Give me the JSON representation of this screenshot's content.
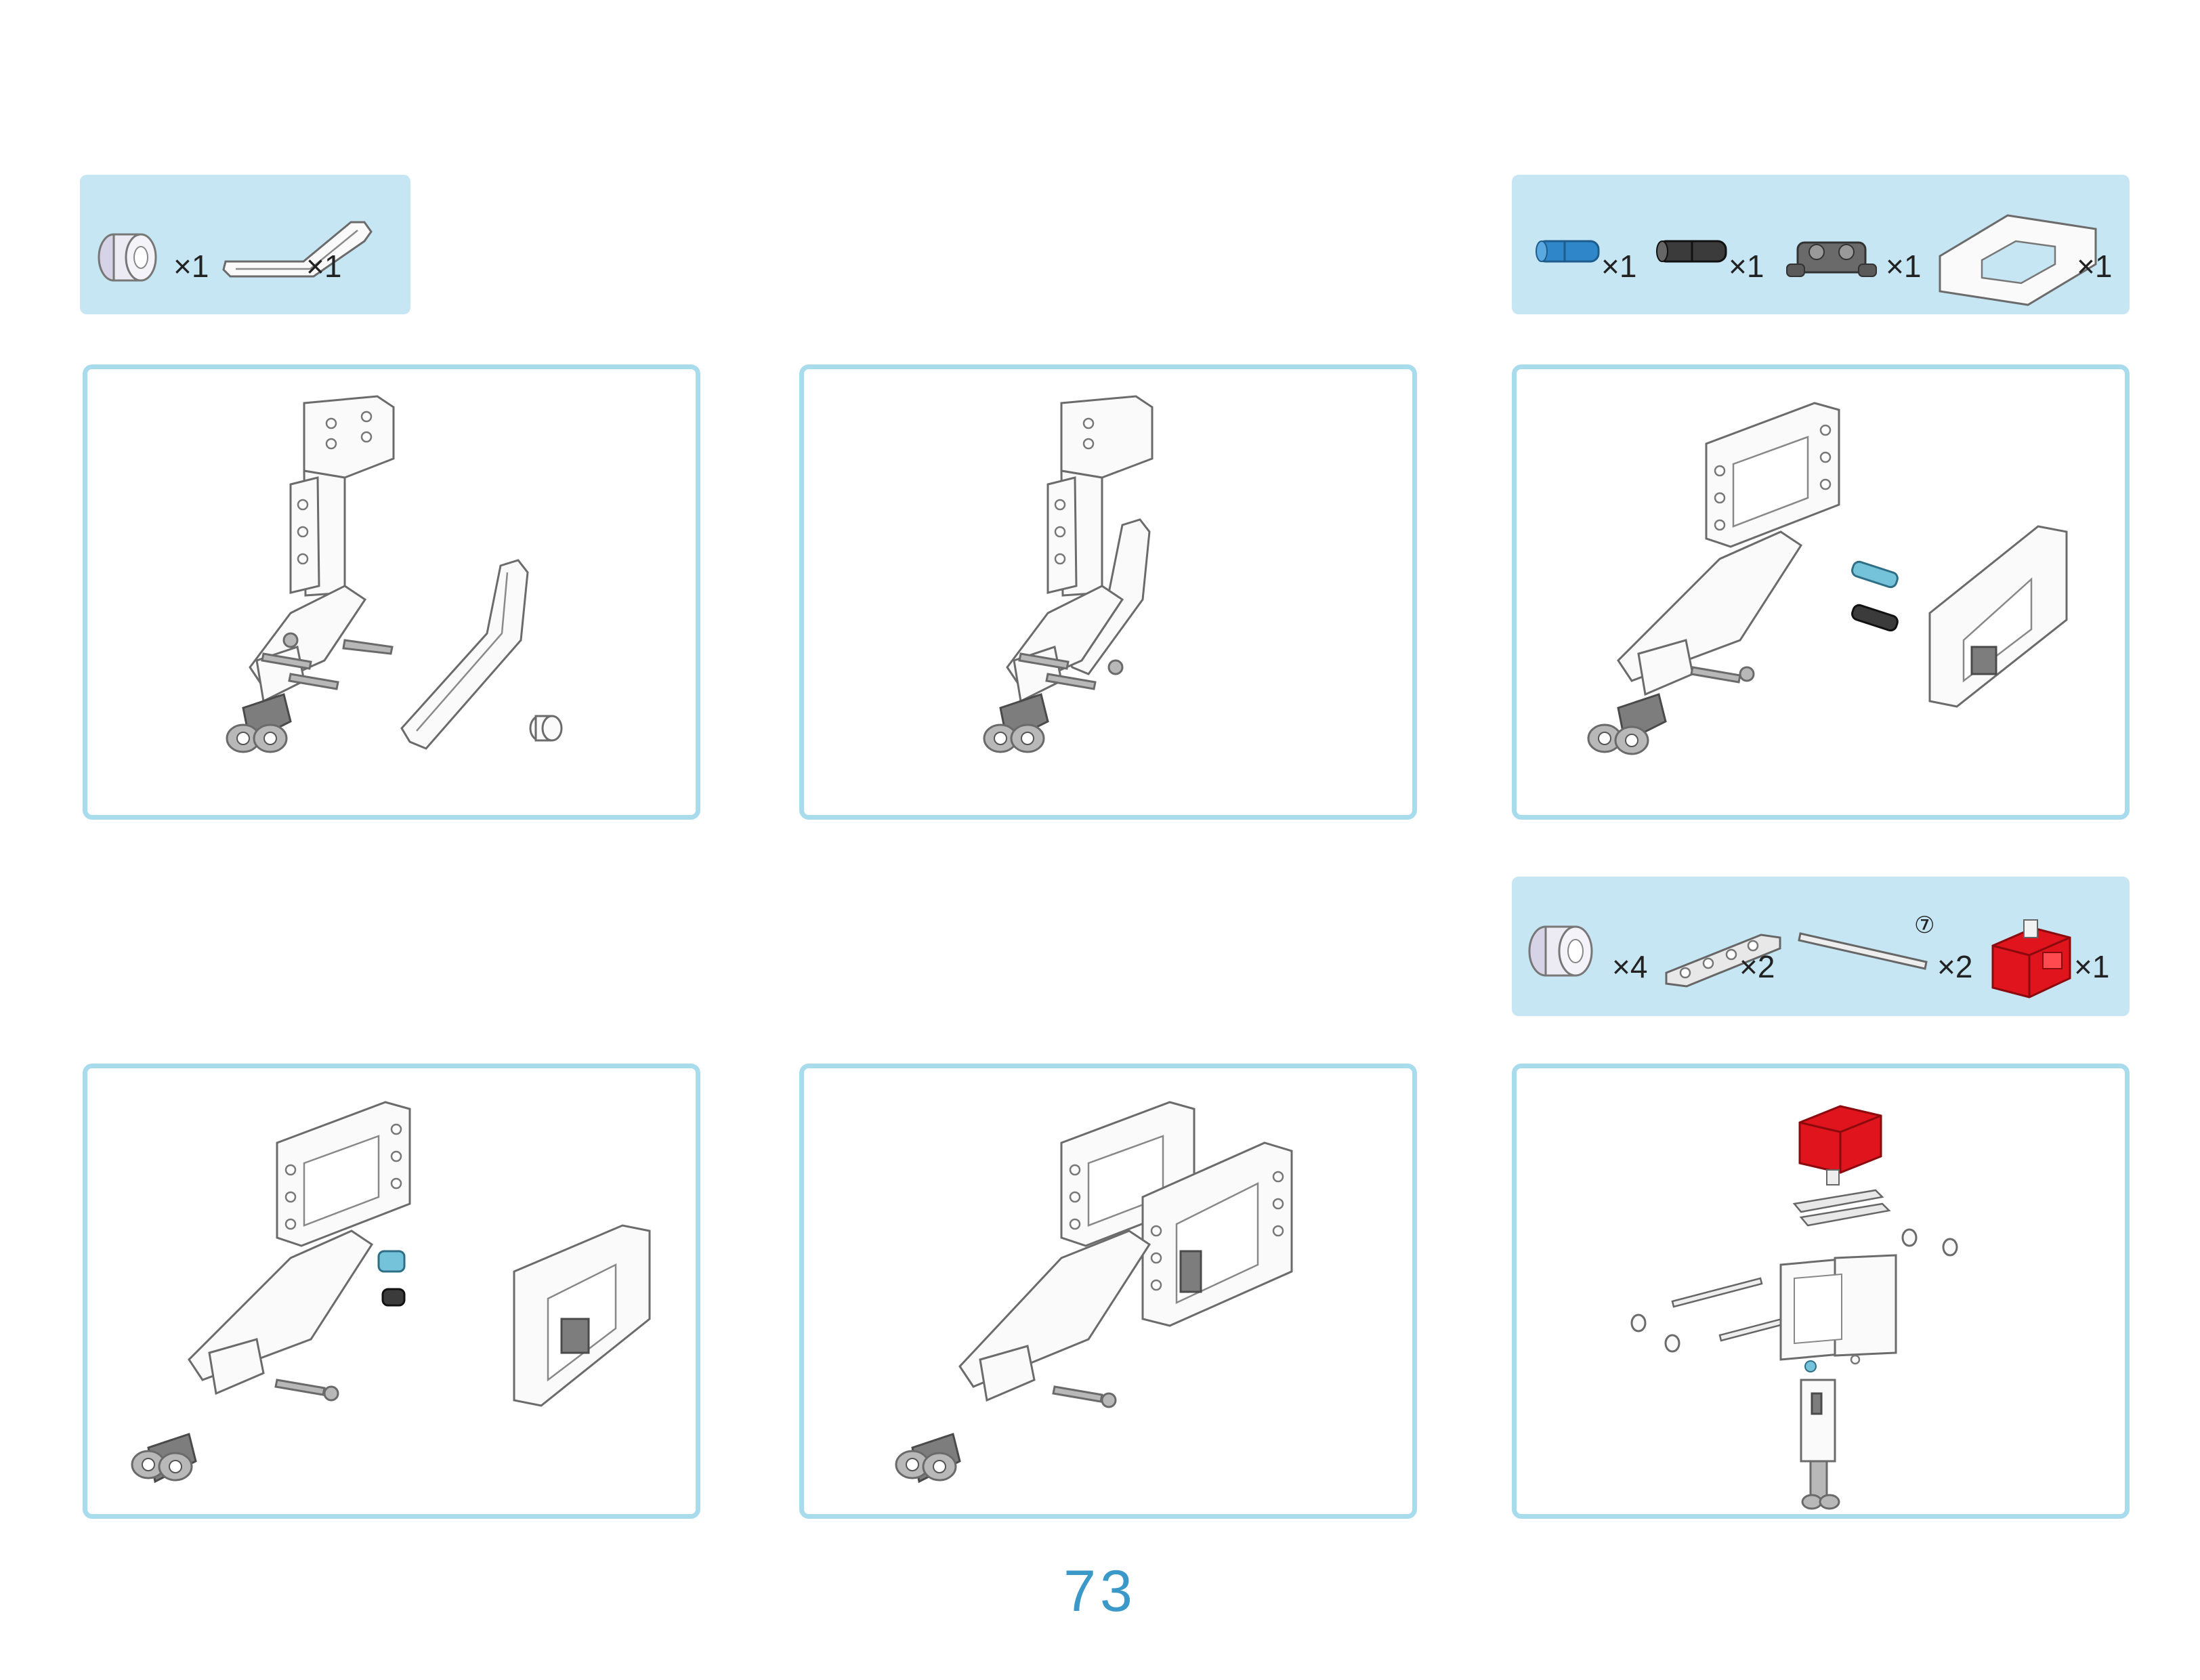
{
  "parts_lists": [
    {
      "items": [
        {
          "icon": "bushing-icon",
          "qty": "×1"
        },
        {
          "icon": "bent-beam-icon",
          "qty": "×1"
        }
      ]
    },
    {
      "items": [
        {
          "icon": "blue-axle-pin-icon",
          "qty": "×1"
        },
        {
          "icon": "black-pin-icon",
          "qty": "×1"
        },
        {
          "icon": "connector-icon",
          "qty": "×1"
        },
        {
          "icon": "open-frame-icon",
          "qty": "×1"
        }
      ]
    },
    {
      "items": [
        {
          "icon": "bushing-icon",
          "qty": "×4"
        },
        {
          "icon": "flat-beam-icon",
          "qty": "×2"
        },
        {
          "icon": "axle-icon",
          "qty": "×2",
          "length_label": "⑦"
        },
        {
          "icon": "red-servo-motor-icon",
          "qty": "×1"
        }
      ]
    }
  ],
  "steps": [
    {
      "illustration": "arm-assembly-with-bent-beam-and-bushing"
    },
    {
      "illustration": "arm-assembly-with-bent-beam-attached"
    },
    {
      "illustration": "arm-assembly-with-pins-and-frame"
    },
    {
      "illustration": "arm-assembly-with-pins-inserted-and-frame"
    },
    {
      "illustration": "arm-assembly-with-frame-attached"
    },
    {
      "illustration": "servo-and-axles-exploded-view"
    }
  ],
  "page_number": "73",
  "colors": {
    "accent": "#3a99c9",
    "parts_bg": "#c7e6f3",
    "step_border": "#a8dcec",
    "servo": "#e0141c",
    "blue_pin": "#2f86c8",
    "light_blue_pin": "#74c3da"
  }
}
